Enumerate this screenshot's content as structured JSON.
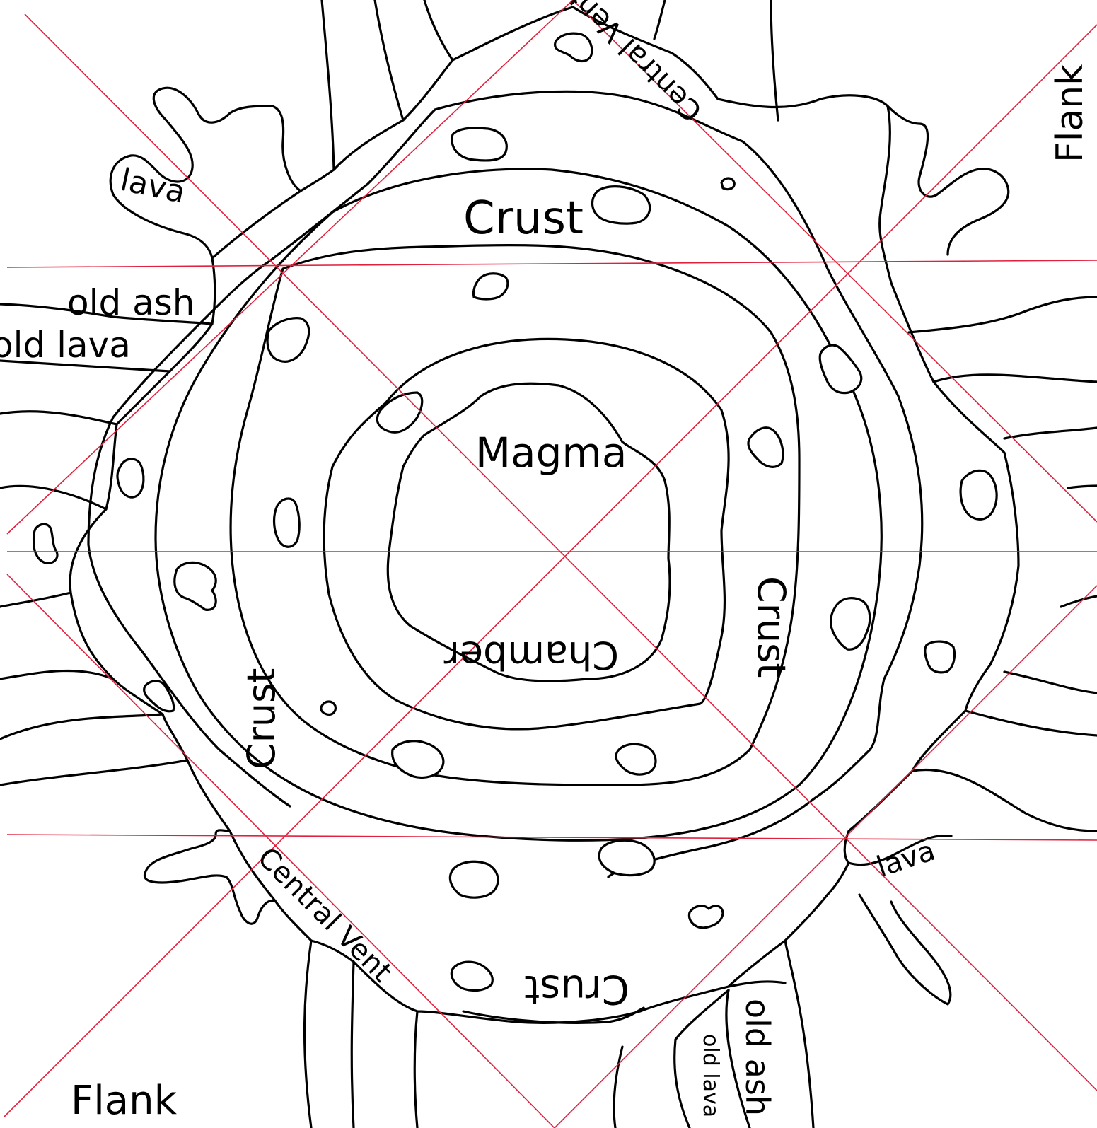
{
  "colors": {
    "ink": "#000000",
    "fold_lines": "#e0213e",
    "background": "#ffffff"
  },
  "labels": {
    "magma": "Magma",
    "chamber": "Chamber",
    "crust_top": "Crust",
    "crust_right": "Crust",
    "crust_left": "Crust",
    "crust_bottom": "Crust",
    "central_vent_top": "Central Vent",
    "central_vent_bottom": "Central Vent",
    "lava_top_left": "lava",
    "lava_bottom_right": "lava",
    "old_ash_left": "old ash",
    "old_lava_left": "old lava",
    "old_ash_bottom": "old ash",
    "old_lava_bottom": "old lava",
    "flank_top_right": "Flank",
    "flank_bottom_left": "Flank"
  }
}
